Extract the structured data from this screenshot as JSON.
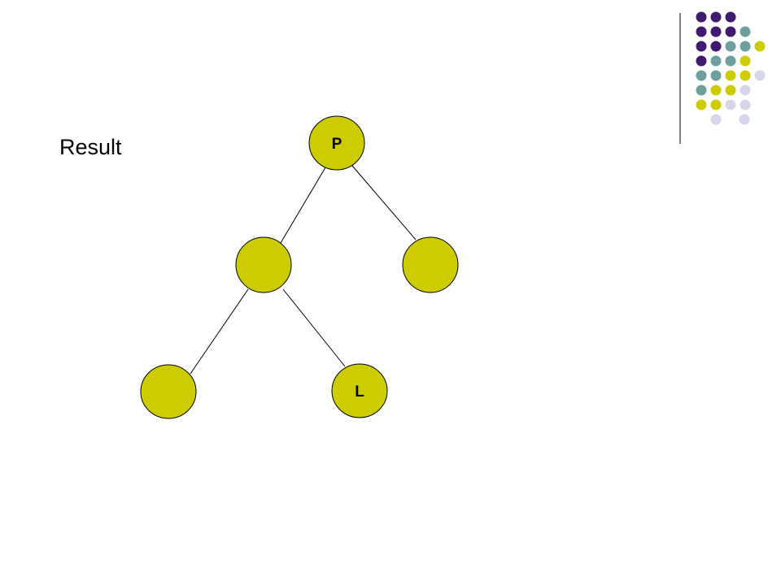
{
  "slide": {
    "title": "Result"
  },
  "colors": {
    "node_fill": "#CCCC00",
    "node_stroke": "#000000",
    "edge": "#000000",
    "deco_purple": "#3F1A6E",
    "deco_teal": "#6E9E9E",
    "deco_yellow": "#CCCC00",
    "deco_lavender": "#D6D6EB",
    "divider": "#000000"
  },
  "tree": {
    "nodes": [
      {
        "id": "root",
        "label": "P"
      },
      {
        "id": "left",
        "label": ""
      },
      {
        "id": "right",
        "label": ""
      },
      {
        "id": "left-left",
        "label": ""
      },
      {
        "id": "left-right",
        "label": "L"
      }
    ],
    "edges": [
      {
        "from": "root",
        "to": "left"
      },
      {
        "from": "root",
        "to": "right"
      },
      {
        "from": "left",
        "to": "left-left"
      },
      {
        "from": "left",
        "to": "left-right"
      }
    ]
  },
  "decoration": {
    "dot_rows": [
      [
        "purple",
        "purple",
        "purple"
      ],
      [
        "purple",
        "purple",
        "purple",
        "teal"
      ],
      [
        "purple",
        "purple",
        "teal",
        "teal",
        "yellow"
      ],
      [
        "purple",
        "teal",
        "teal",
        "yellow"
      ],
      [
        "teal",
        "teal",
        "yellow",
        "yellow",
        "lavender"
      ],
      [
        "teal",
        "yellow",
        "yellow",
        "lavender"
      ],
      [
        "yellow",
        "yellow",
        "lavender",
        "lavender"
      ],
      [
        "lavender",
        "lavender"
      ]
    ]
  }
}
